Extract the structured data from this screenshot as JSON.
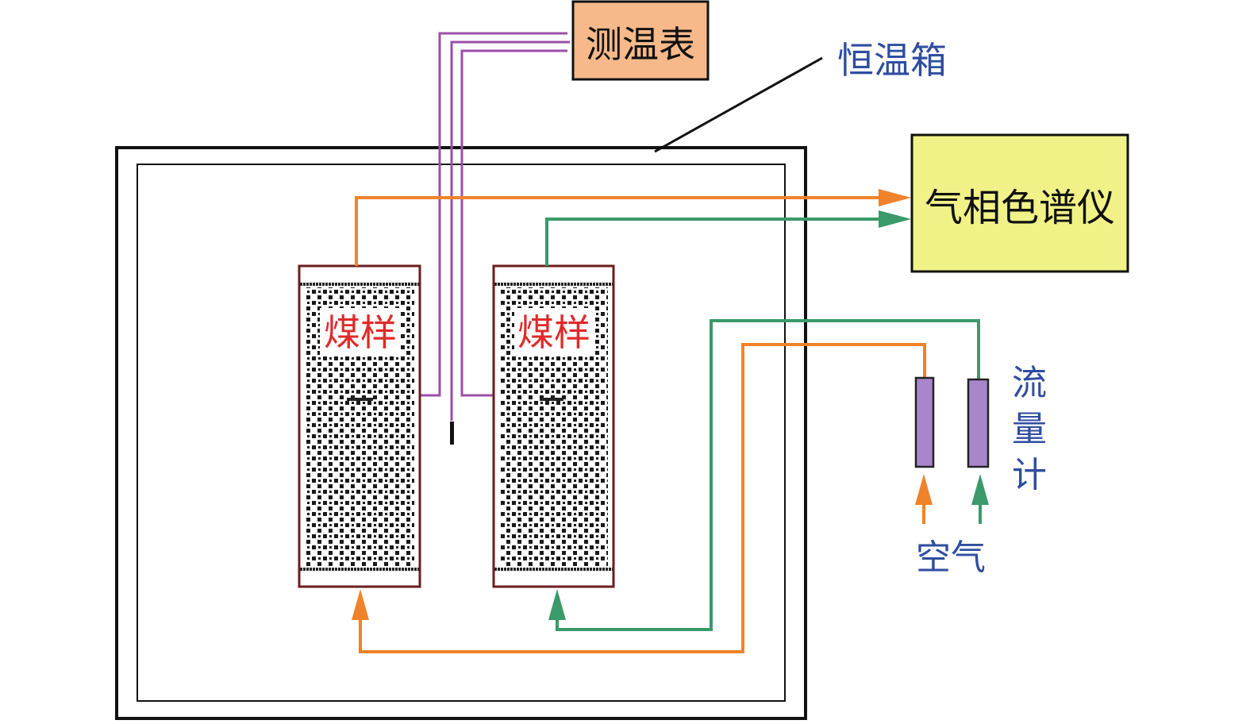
{
  "labels": {
    "thermometer": "测温表",
    "incubator": "恒温箱",
    "gas_chromatograph": "气相色谱仪",
    "coal_sample_left": "煤样",
    "coal_sample_right": "煤样",
    "flowmeter": [
      "流",
      "量",
      "计"
    ],
    "air": "空气"
  },
  "colors": {
    "orange_line": "#f0832a",
    "green_line": "#3a9a6a",
    "purple_wire": "#9b4ea8",
    "thermometer_fill": "#f7b98a",
    "gc_fill": "#f0f287",
    "flowmeter_fill": "#a986cc",
    "label_blue": "#2f4da0",
    "sample_red": "#e02a2a",
    "column_border": "#6b1e1e"
  }
}
